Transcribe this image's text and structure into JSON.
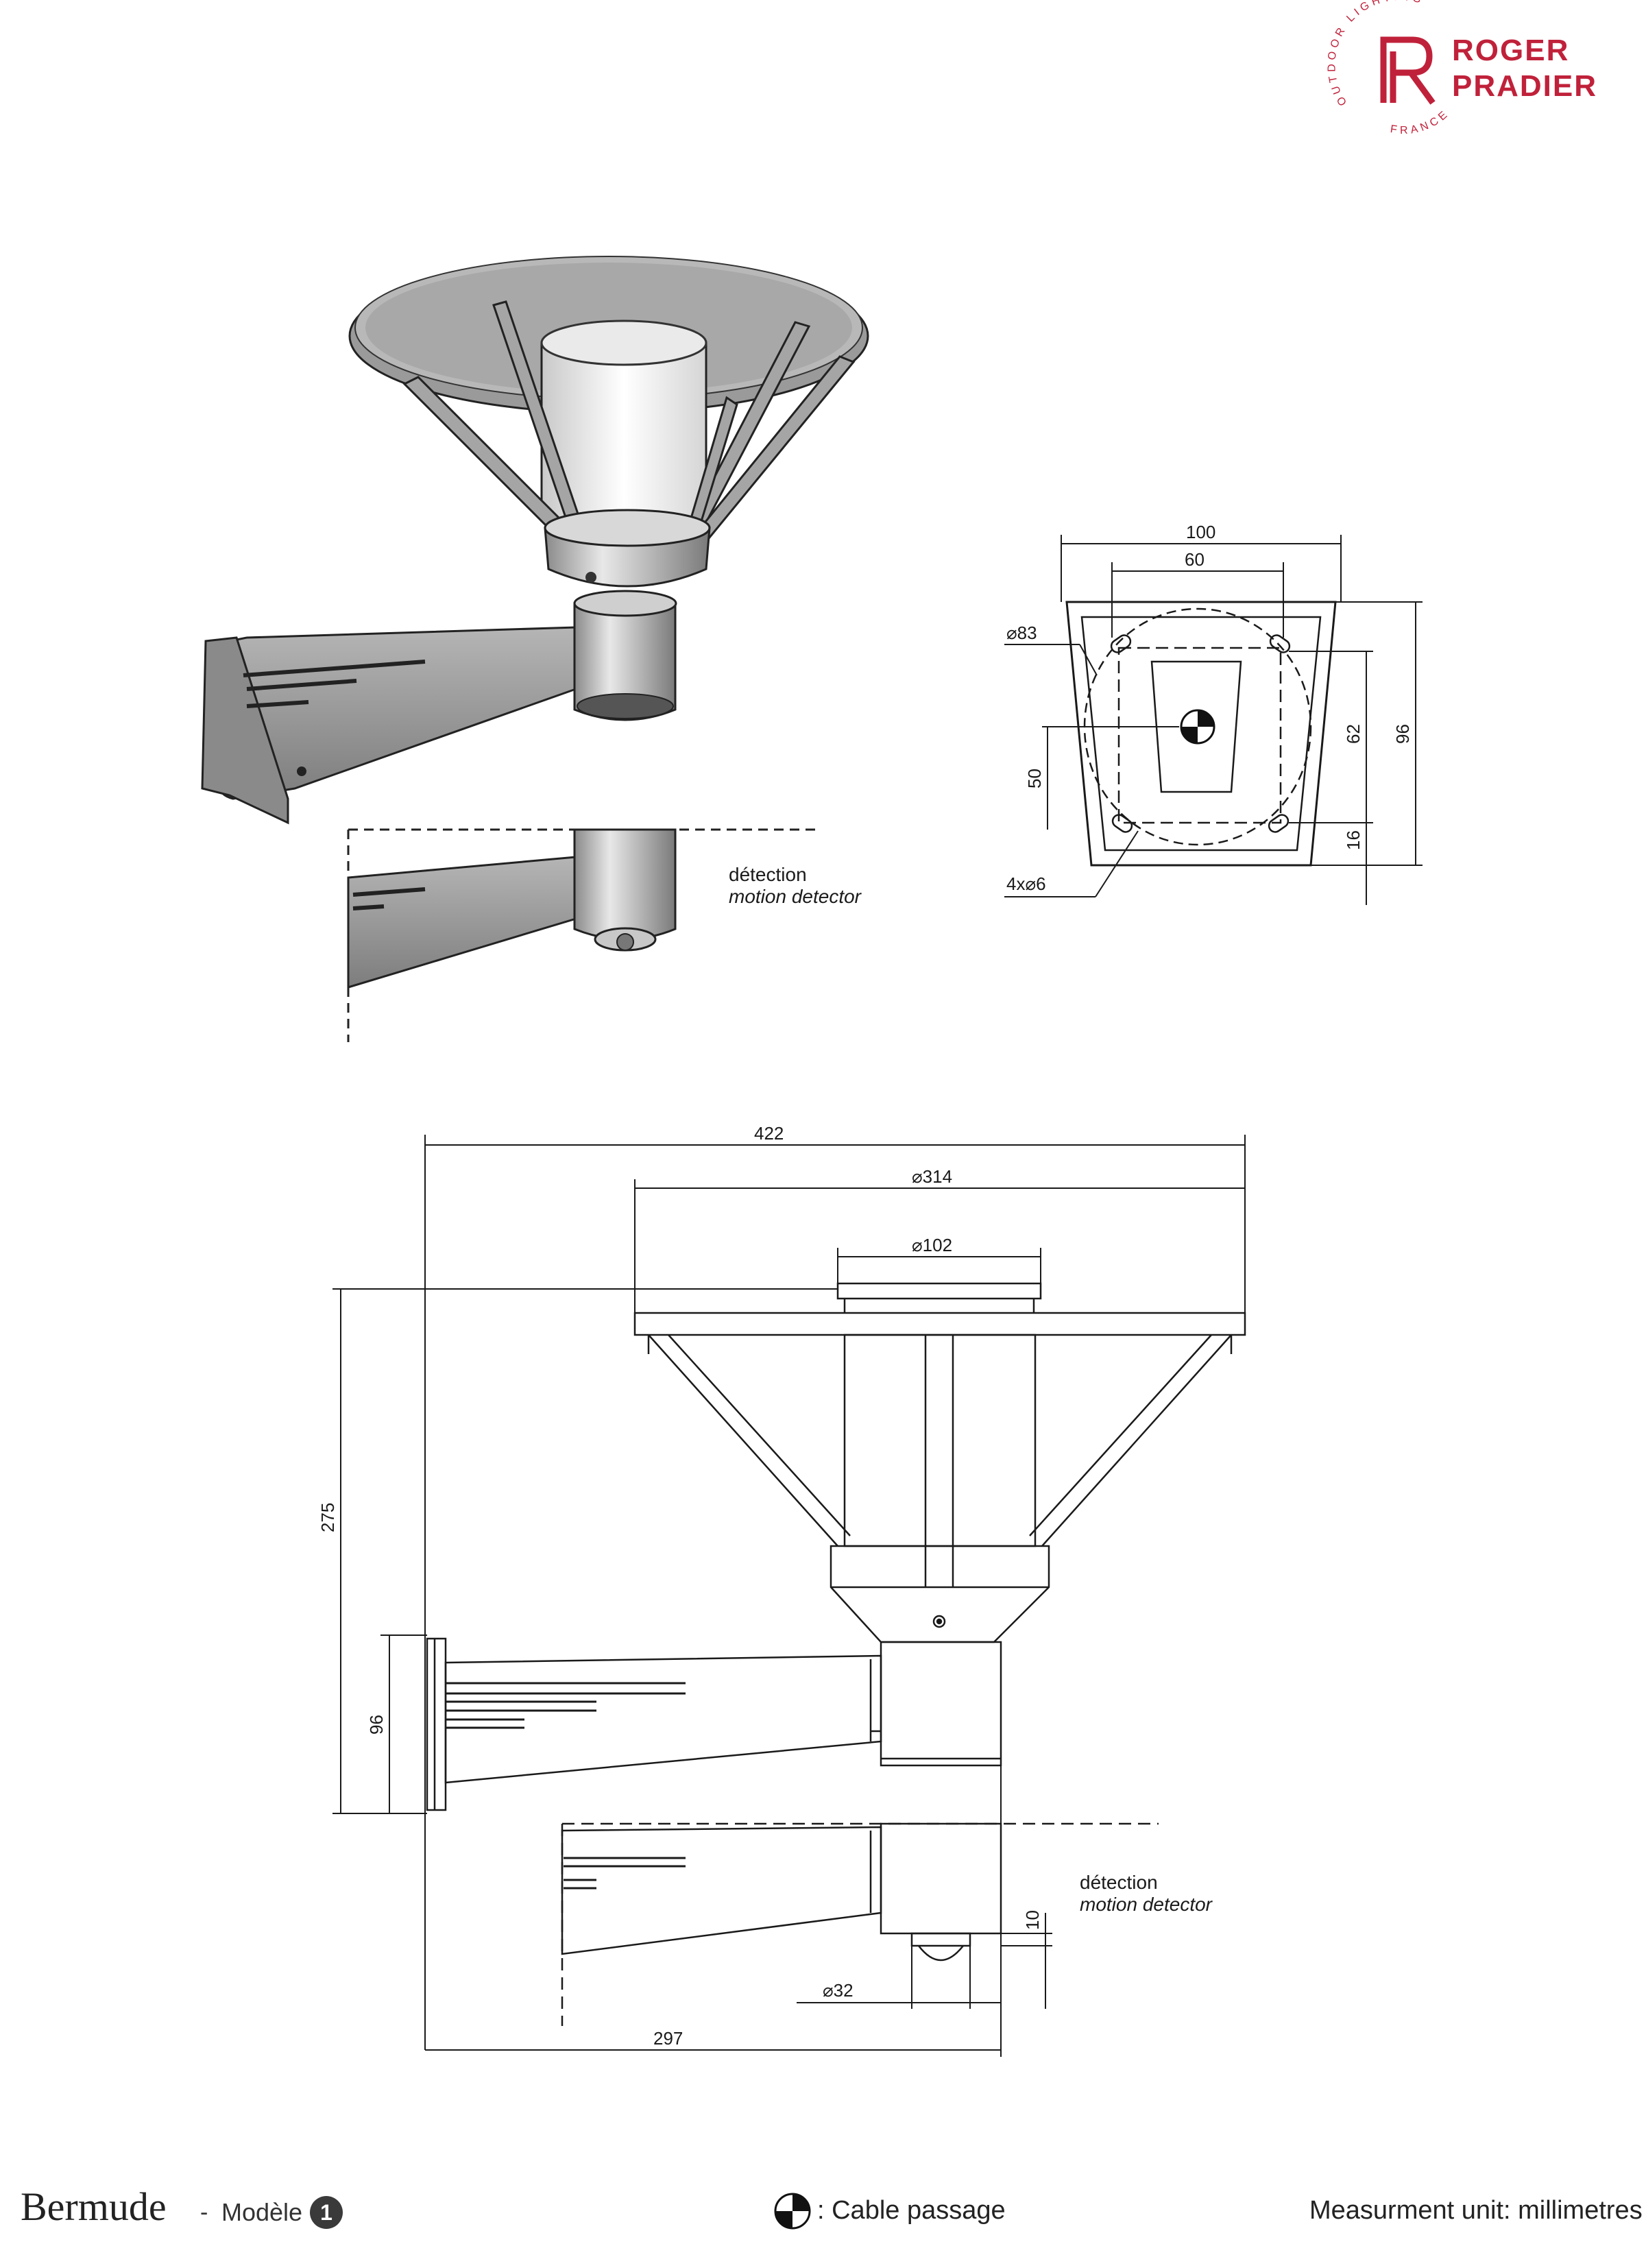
{
  "brand": {
    "line1": "ROGER",
    "line2": "PRADIER",
    "ring_top": "OUTDOOR LIGHTING",
    "ring_bottom": "FRANCE",
    "color": "#c0213a"
  },
  "plate_view": {
    "width_top": "100",
    "hole_spacing": "60",
    "circle_diameter": "⌀83",
    "holes": "4x⌀6",
    "height_left": "50",
    "height_mid": "62",
    "height_total": "96",
    "height_bottom": "16"
  },
  "perspective_view": {
    "detector_fr": "détection",
    "detector_en": "motion detector"
  },
  "front_view": {
    "overall_width": "422",
    "canopy_diameter": "⌀314",
    "top_diameter": "⌀102",
    "overall_height": "275",
    "plate_height": "96",
    "projection": "297",
    "detector_fr": "détection",
    "detector_en": "motion detector",
    "detector_height": "10",
    "detector_diameter": "⌀32"
  },
  "footer": {
    "product_name": "Bermude",
    "separator": "-",
    "model_label": "Modèle",
    "model_number": "1",
    "cable_label": ": Cable passage",
    "unit_label": "Measurment unit: millimetres"
  }
}
